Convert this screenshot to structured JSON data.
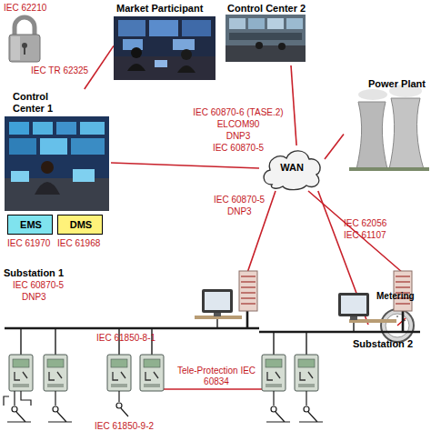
{
  "diagram": {
    "nodes": [
      {
        "text": [
          "Market Participant"
        ]
      },
      {
        "text": [
          "Control Center 2"
        ]
      },
      {
        "text": [
          "Control Center 1"
        ]
      },
      {
        "text": [
          "EMS"
        ],
        "in": 2
      },
      {
        "text": [
          "DMS"
        ],
        "in": 2
      },
      {
        "text": [
          "Power Plant"
        ]
      },
      {
        "text": [
          "WAN"
        ]
      },
      {
        "text": [
          "Metering"
        ]
      },
      {
        "text": [
          "Substation 1"
        ]
      },
      {
        "text": [
          "Substation 2"
        ]
      }
    ],
    "edges": [
      {
        "from": 2,
        "to": 0,
        "arrow": "none",
        "label": "IEC TR 62325"
      },
      {
        "from": 6,
        "to": 1,
        "arrow": "none"
      },
      {
        "from": 6,
        "to": 2,
        "arrow": "none"
      },
      {
        "from": 6,
        "to": 5,
        "arrow": "none"
      },
      {
        "from": 6,
        "to": 7,
        "arrow": "none"
      },
      {
        "from": 6,
        "to": 8,
        "arrow": "none"
      },
      {
        "from": 6,
        "to": 9,
        "arrow": "none"
      },
      {
        "from": 8,
        "to": 9,
        "arrow": "none",
        "label": "Tele-Protection IEC 60834"
      }
    ],
    "labels": [
      "IEC 62210",
      "IEC 60870-6 (TASE.2)",
      "ELCOM90",
      "DNP3",
      "IEC 60870-5",
      "IEC 61970",
      "IEC 61968",
      "IEC 62056",
      "IEC 61107",
      "IEC 60870-5",
      "DNP3",
      "IEC 60870-5",
      "DNP3",
      "IEC 61850-8-1",
      "IEC 61850-9-2"
    ]
  }
}
